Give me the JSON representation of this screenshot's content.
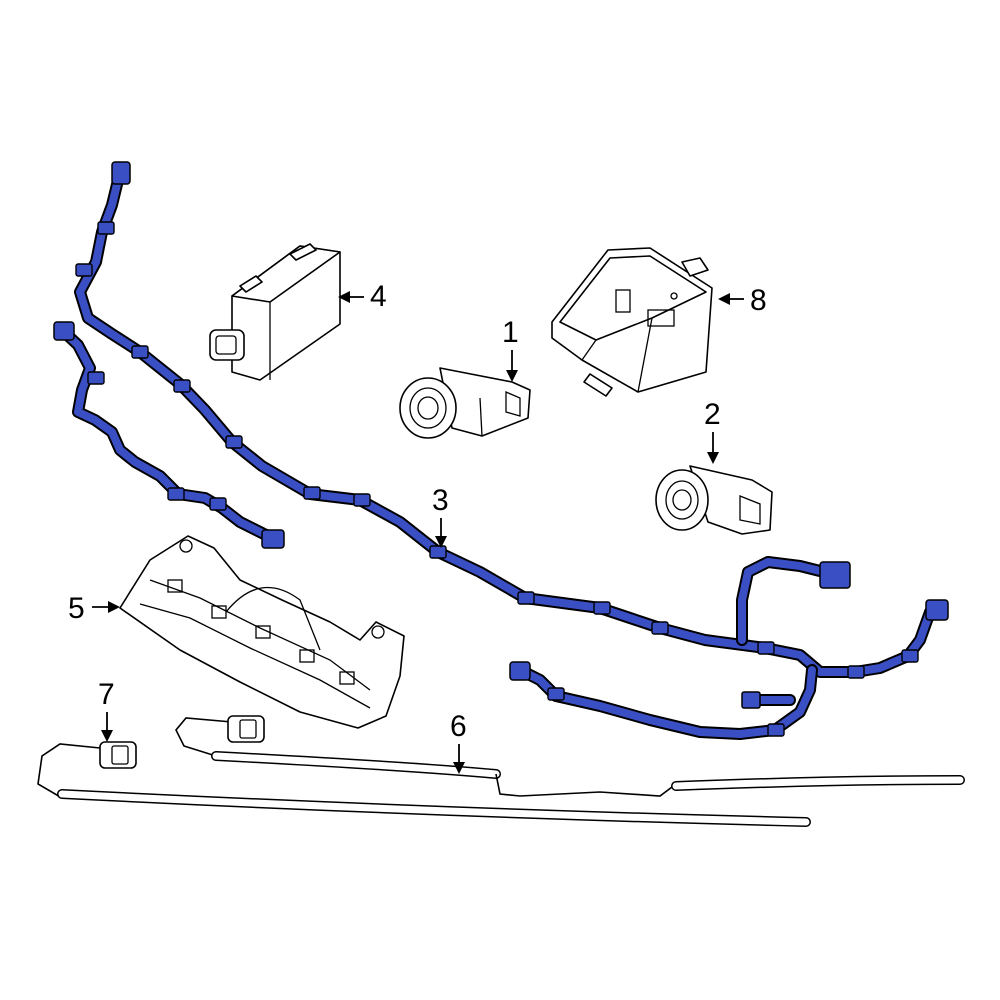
{
  "colors": {
    "harness_fill": "#3b4fc4",
    "outline": "#000000",
    "background": "#ffffff"
  },
  "callouts": [
    {
      "id": "1",
      "label": "1"
    },
    {
      "id": "2",
      "label": "2"
    },
    {
      "id": "3",
      "label": "3"
    },
    {
      "id": "4",
      "label": "4"
    },
    {
      "id": "5",
      "label": "5"
    },
    {
      "id": "6",
      "label": "6"
    },
    {
      "id": "7",
      "label": "7"
    },
    {
      "id": "8",
      "label": "8"
    }
  ]
}
